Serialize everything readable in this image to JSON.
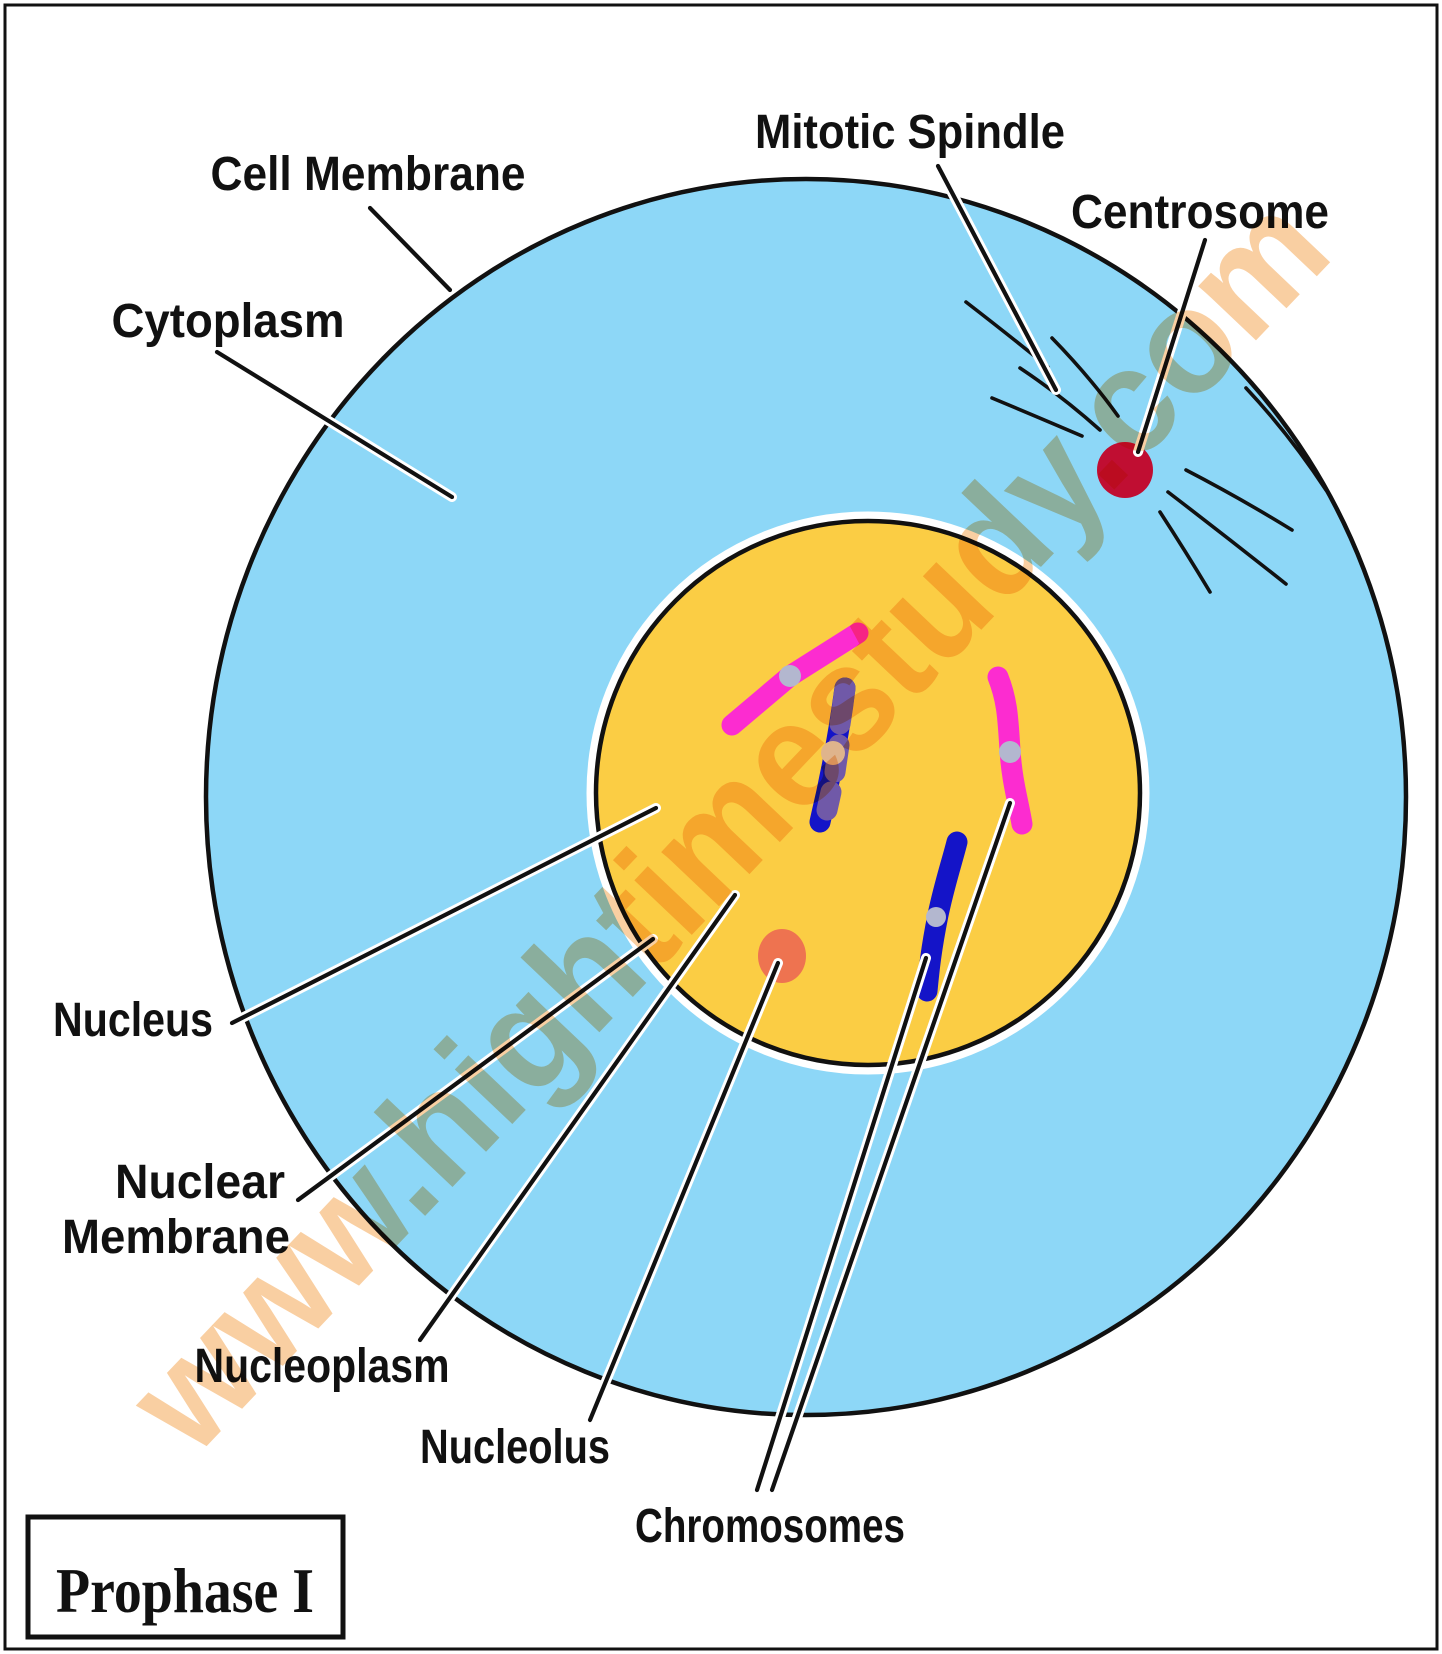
{
  "title": "Prophase I",
  "watermark": "www.hightimestudy.com",
  "labels": {
    "cell_membrane": "Cell Membrane",
    "cytoplasm": "Cytoplasm",
    "mitotic_spindle": "Mitotic Spindle",
    "centrosome": "Centrosome",
    "nucleus": "Nucleus",
    "nuclear_membrane_line1": "Nuclear",
    "nuclear_membrane_line2": "Membrane",
    "nucleoplasm": "Nucleoplasm",
    "nucleolus": "Nucleolus",
    "chromosomes": "Chromosomes"
  },
  "colors": {
    "background": "#FFFFFF",
    "cytoplasm": "#8DD7F7",
    "nucleus": "#FBCD44",
    "nucleolus": "#EE7350",
    "centrosome": "#C00E32",
    "chromosome_pink": "#FC2CD0",
    "chromosome_blue": "#1414C8",
    "chromosome_purple": "#7059A8",
    "centromere_gray": "#B3B7CF",
    "centromere_tan": "#DFB48C",
    "label_text": "#111111",
    "outline": "#111111",
    "watermark": "#F9CFA2"
  }
}
